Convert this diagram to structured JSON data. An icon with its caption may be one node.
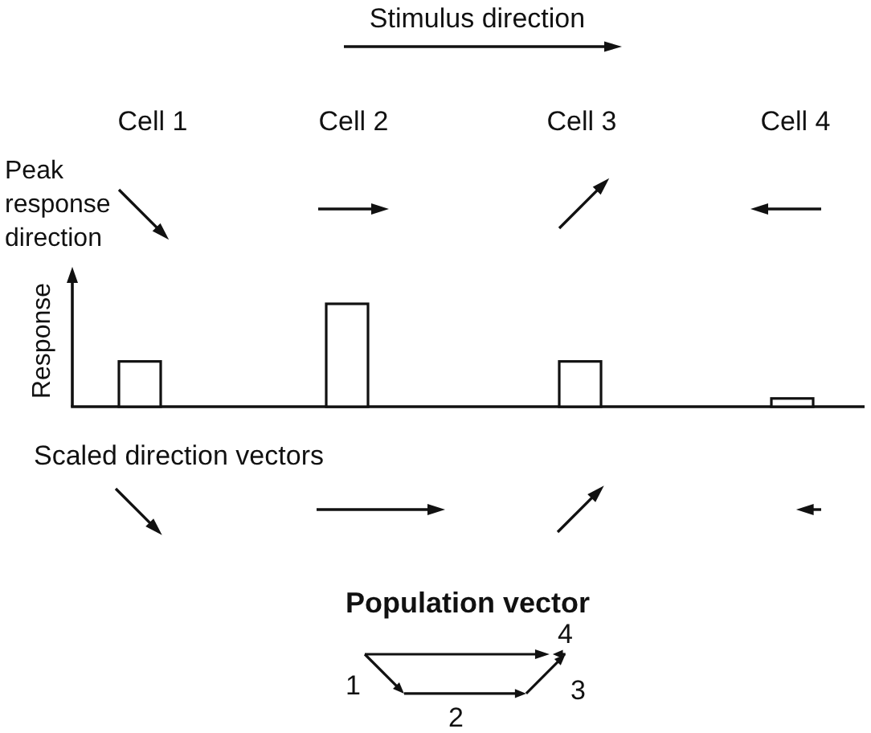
{
  "diagram": {
    "labels": [
      "Stimulus direction",
      "Cell 1",
      "Cell 2",
      "Cell 3",
      "Cell 4",
      "Peak response direction",
      "Response",
      "Scaled direction vectors",
      "Population vector",
      "4",
      "1",
      "3",
      "2"
    ]
  }
}
